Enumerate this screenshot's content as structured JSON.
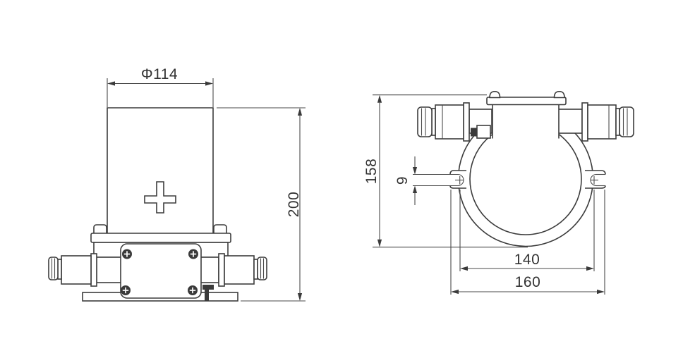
{
  "drawing": {
    "type": "engineering-dimension-drawing",
    "background": "#ffffff",
    "line_color": "#3c3c3c",
    "views": {
      "front": {
        "label": "front-view",
        "dims": {
          "diameter": "Φ114",
          "height": "200"
        }
      },
      "side": {
        "label": "side-view",
        "dims": {
          "height": "158",
          "ear_slot": "9",
          "mount_hole_spacing": "140",
          "overall_width": "160"
        }
      }
    }
  }
}
